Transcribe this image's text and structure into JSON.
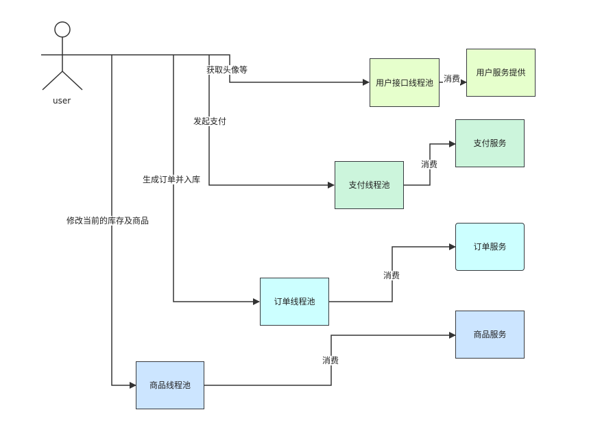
{
  "actor": {
    "label": "user"
  },
  "colors": {
    "green": "#e6ffcc",
    "mint": "#ccf5dc",
    "cyan": "#ccffff",
    "blue": "#cce5ff",
    "border": "#36393d"
  },
  "nodes": {
    "user_pool": "用户接口线程池",
    "user_service": "用户服务提供",
    "pay_pool": "支付线程池",
    "pay_service": "支付服务",
    "order_pool": "订单线程池",
    "order_service": "订单服务",
    "goods_pool": "商品线程池",
    "goods_service": "商品服务"
  },
  "edges": {
    "get_avatar": "获取头像等",
    "start_pay": "发起支付",
    "create_order": "生成订单并入库",
    "modify_stock": "修改当前的库存及商品",
    "consume": "消费"
  }
}
